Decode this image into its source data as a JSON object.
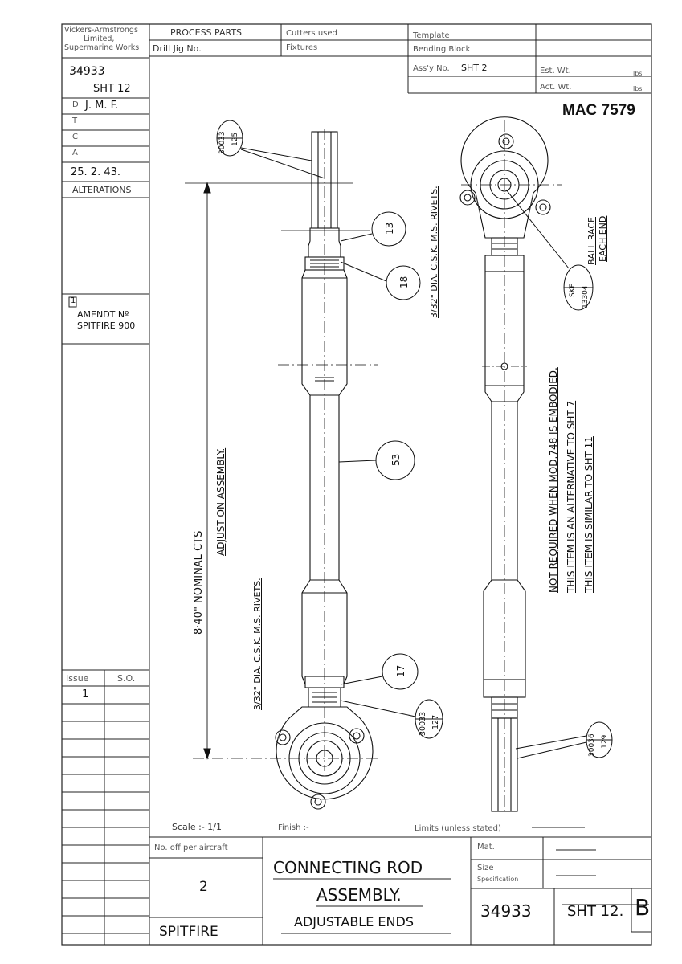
{
  "company": [
    "Vickers-Armstrongs",
    "Limited,",
    "Supermarine Works"
  ],
  "header": {
    "process_parts": "PROCESS PARTS",
    "cutters_used": "Cutters used",
    "template": "Template",
    "drill_jig": "Drill Jig No.",
    "fixtures": "Fixtures",
    "bending_block": "Bending Block",
    "assy_no_label": "Ass'y No.",
    "assy_no_value": "SHT 2",
    "est_wt": "Est. Wt.",
    "est_wt_unit": "lbs",
    "act_wt": "Act. Wt.",
    "act_wt_unit": "lbs"
  },
  "left_column": {
    "drawing_no": "34933",
    "sheet": "SHT 12",
    "d_label": "D",
    "d_value": "J. M. F.",
    "t_label": "T",
    "c_label": "C",
    "a_label": "A",
    "date": "25. 2. 43.",
    "alterations": "ALTERATIONS",
    "amend_no": "1",
    "amend_label": "AMENDT Nº",
    "amend_ref": "SPITFIRE 900",
    "issue_label": "Issue",
    "so_label": "S.O.",
    "issue_value": "1"
  },
  "mac_ref": "MAC 7579",
  "annotations": {
    "dimension": "8·40\" NOMINAL CTS",
    "adjust": "ADJUST ON ASSEMBLY.",
    "rivets_top": "3/32\" DIA. C.S.K. M.S. RIVETS.",
    "rivets_bottom": "3/32\" DIA. C.S.K. M.S. RIVETS.",
    "ball_race_1": "BALL RACE",
    "ball_race_2": "EACH END",
    "note_1": "NOT REQUIRED WHEN MOD.748 IS EMBODIED.",
    "note_2": "THIS ITEM IS AN ALTERNATIVE TO SHT 7",
    "note_3": "THIS ITEM IS SIMILAR TO SHT 11"
  },
  "balloons": {
    "b13": "13",
    "b18": "18",
    "b53": "53",
    "b17": "17",
    "ref_top_a": "30033",
    "ref_top_b": "125",
    "ref_bot_a": "30033",
    "ref_bot_b": "127",
    "ref_right_a": "30036",
    "ref_right_b": "129",
    "skf_a": "SKF",
    "skf_b": "13304"
  },
  "footer": {
    "scale": "Scale :- 1/1",
    "finish": "Finish :-",
    "limits": "Limits (unless stated)",
    "no_off": "No. off per aircraft",
    "quantity": "2",
    "aircraft": "SPITFIRE",
    "title_1": "CONNECTING ROD",
    "title_2": "ASSEMBLY.",
    "title_3": "ADJUSTABLE ENDS",
    "mat": "Mat.",
    "size": "Size",
    "spec": "Specification",
    "drawing_no": "34933",
    "sheet": "SHT 12.",
    "issue_letter": "B"
  }
}
